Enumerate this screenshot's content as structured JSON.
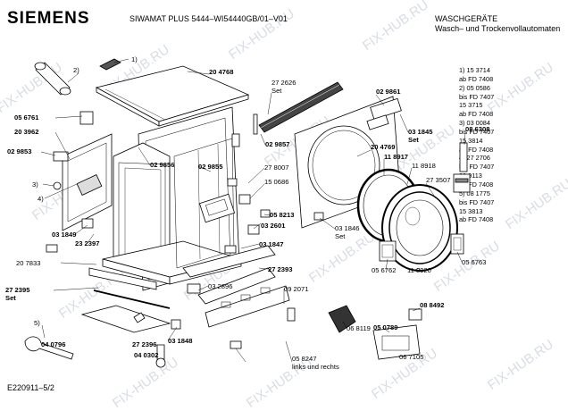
{
  "header": {
    "brand": "SIEMENS",
    "model": "SIWAMAT PLUS 5444–WI54440GB/01–V01",
    "category_line1": "WASCHGERÄTE",
    "category_line2": "Wasch– und Trockenvollautomaten"
  },
  "footer": {
    "code": "E220911–5/2"
  },
  "watermark": "FIX-HUB.RU",
  "notes": [
    "1)  15 3714",
    "     ab FD 7408",
    "2)  05 0586",
    "     bis FD 7407",
    "     15 3715",
    "     ab FD 7408",
    "3)  03 0084",
    "     bis FD 7407",
    "     15 3814",
    "     ab FD 7408",
    "4)  27 2706",
    "     bis FD 7407",
    "     28 9113",
    "     ab FD 7408",
    "5)  08 1775",
    "     bis FD 7407",
    "     15 3813",
    "     ab FD 7408"
  ],
  "labels": [
    {
      "id": "l01",
      "text": "1)",
      "bold": false
    },
    {
      "id": "l02",
      "text": "2)",
      "bold": false
    },
    {
      "id": "l03",
      "text": "20 4768",
      "bold": true
    },
    {
      "id": "l04",
      "text": "27 2626",
      "bold": false
    },
    {
      "id": "l05",
      "text": "Set",
      "bold": false
    },
    {
      "id": "l06",
      "text": "02 9861",
      "bold": true
    },
    {
      "id": "l07",
      "text": "05 6761",
      "bold": true
    },
    {
      "id": "l08",
      "text": "20 3962",
      "bold": true
    },
    {
      "id": "l09",
      "text": "02 9853",
      "bold": true
    },
    {
      "id": "l10",
      "text": "3)",
      "bold": false
    },
    {
      "id": "l11",
      "text": "4)",
      "bold": false
    },
    {
      "id": "l12",
      "text": "02 9857",
      "bold": true
    },
    {
      "id": "l13",
      "text": "02 9856",
      "bold": true
    },
    {
      "id": "l14",
      "text": "02 9855",
      "bold": true
    },
    {
      "id": "l15",
      "text": "27 8007",
      "bold": false
    },
    {
      "id": "l16",
      "text": "15 0686",
      "bold": false
    },
    {
      "id": "l17",
      "text": "03 1845",
      "bold": true
    },
    {
      "id": "l18",
      "text": "Set",
      "bold": true
    },
    {
      "id": "l19",
      "text": "08 6308",
      "bold": true
    },
    {
      "id": "l20",
      "text": "20 4769",
      "bold": true
    },
    {
      "id": "l21",
      "text": "11 8917",
      "bold": true
    },
    {
      "id": "l22",
      "text": "11 8918",
      "bold": false
    },
    {
      "id": "l23",
      "text": "27 3507",
      "bold": false
    },
    {
      "id": "l24",
      "text": "05 8213",
      "bold": true
    },
    {
      "id": "l25",
      "text": "03 2601",
      "bold": true
    },
    {
      "id": "l26",
      "text": "03 1846",
      "bold": false
    },
    {
      "id": "l27",
      "text": "Set",
      "bold": false
    },
    {
      "id": "l28",
      "text": "03 1849",
      "bold": true
    },
    {
      "id": "l29",
      "text": "23 2397",
      "bold": true
    },
    {
      "id": "l30",
      "text": "03 1847",
      "bold": true
    },
    {
      "id": "l31",
      "text": "20 7833",
      "bold": false
    },
    {
      "id": "l32",
      "text": "27 2393",
      "bold": true
    },
    {
      "id": "l33",
      "text": "27 2395",
      "bold": true
    },
    {
      "id": "l34",
      "text": "Set",
      "bold": true
    },
    {
      "id": "l35",
      "text": "03 2896",
      "bold": false
    },
    {
      "id": "l36",
      "text": "09 2071",
      "bold": false
    },
    {
      "id": "l37",
      "text": "05 6762",
      "bold": false
    },
    {
      "id": "l38",
      "text": "11 8920",
      "bold": false
    },
    {
      "id": "l39",
      "text": "05 6763",
      "bold": false
    },
    {
      "id": "l40",
      "text": "5)",
      "bold": false
    },
    {
      "id": "l41",
      "text": "04 0796",
      "bold": true
    },
    {
      "id": "l42",
      "text": "27 2396",
      "bold": true
    },
    {
      "id": "l43",
      "text": "04 0302",
      "bold": true
    },
    {
      "id": "l44",
      "text": "03 1848",
      "bold": true
    },
    {
      "id": "l45",
      "text": "06 8119",
      "bold": false
    },
    {
      "id": "l46",
      "text": "05 8247",
      "bold": false
    },
    {
      "id": "l47",
      "text": "links und rechts",
      "bold": false
    },
    {
      "id": "l48",
      "text": "08 8492",
      "bold": true
    },
    {
      "id": "l49",
      "text": "05 0789",
      "bold": true
    },
    {
      "id": "l50",
      "text": "06 7105",
      "bold": false
    }
  ]
}
